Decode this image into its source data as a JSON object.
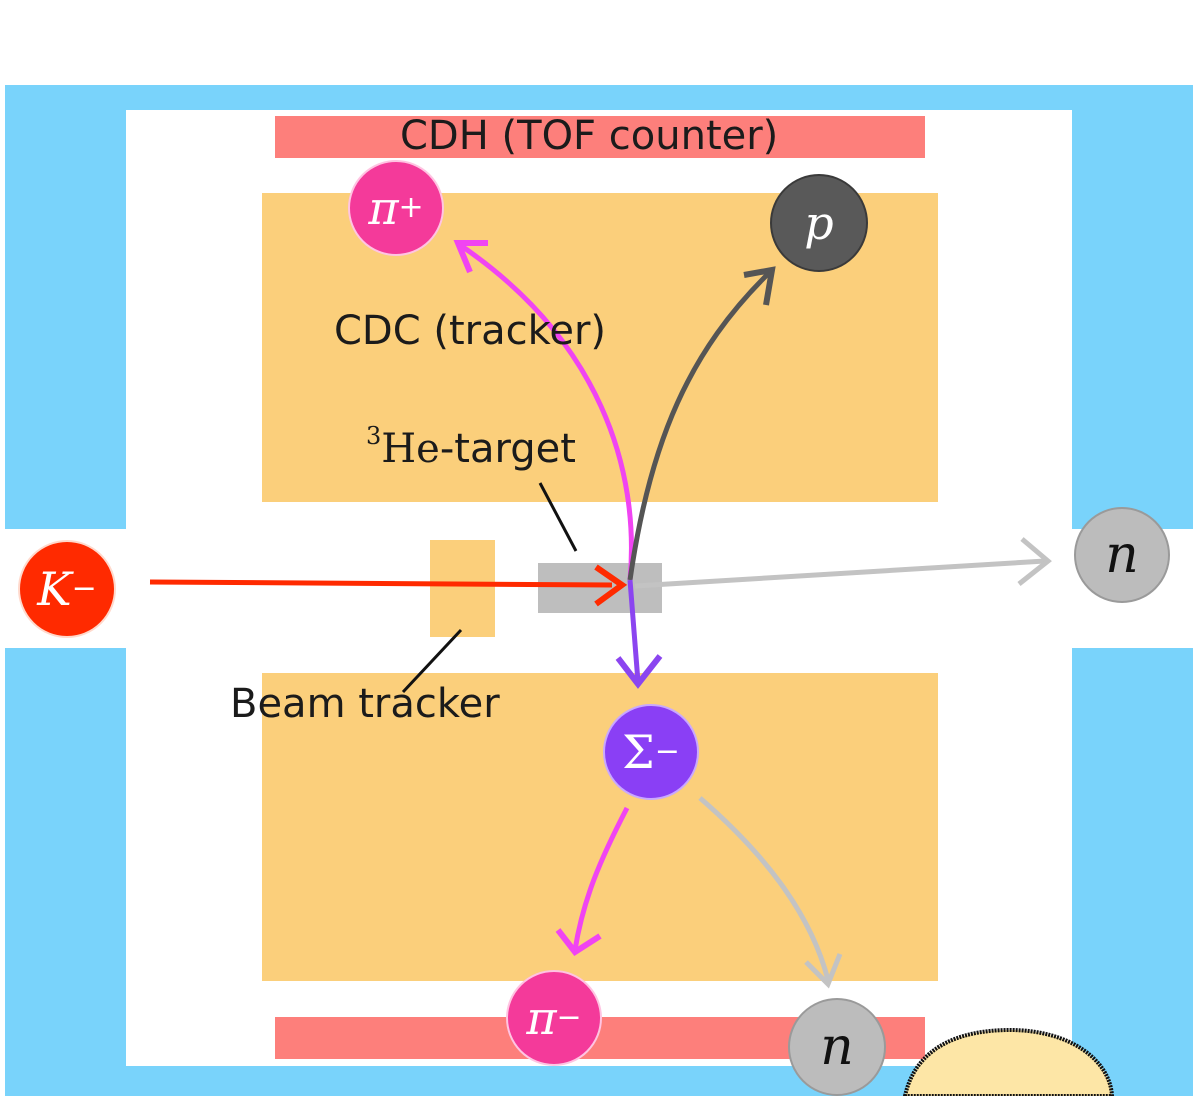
{
  "labels": {
    "cdh": "CDH (TOF counter)",
    "cdc": "CDC (tracker)",
    "beam_tracker": "Beam tracker",
    "target_iso": "3",
    "target_element": "He",
    "target_suffix": "-target"
  },
  "particles": {
    "k_minus": {
      "symbol": "K",
      "charge": "−"
    },
    "pi_plus": {
      "symbol": "π",
      "charge": "+"
    },
    "proton": {
      "symbol": "p",
      "charge": ""
    },
    "neutron_1": {
      "symbol": "n",
      "charge": ""
    },
    "sigma_minus": {
      "symbol": "Σ",
      "charge": "−"
    },
    "pi_minus": {
      "symbol": "π",
      "charge": "−"
    },
    "neutron_2": {
      "symbol": "n",
      "charge": ""
    }
  },
  "colors": {
    "magnet": "#79d3fb",
    "cdc": "#fbcf7b",
    "cdh": "#fd7f7b",
    "target": "#bebebe",
    "k_minus": "#ff2a00",
    "pi": "#f43a9a",
    "proton": "#595959",
    "neutron": "#bcbcbc",
    "sigma": "#8a3ff5",
    "pi_track": "#f044f2",
    "proton_track": "#555555",
    "neutron_track": "#c3c3c3",
    "sigma_track": "#8b45f0"
  }
}
